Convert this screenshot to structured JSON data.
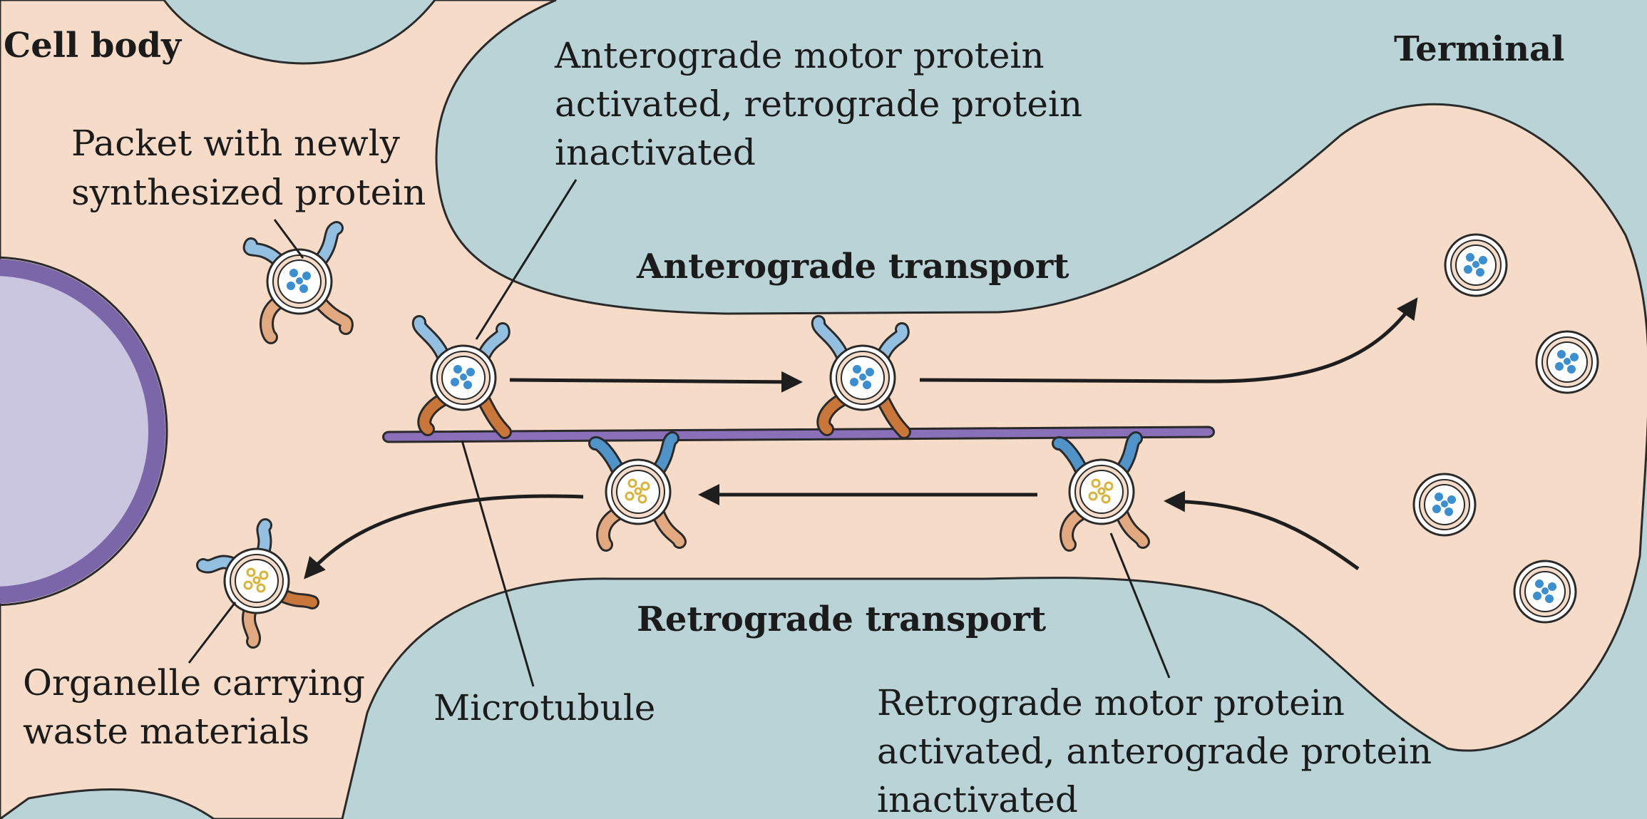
{
  "labels": {
    "cell_body": "Cell body",
    "terminal": "Terminal",
    "anterograde_transport": "Anterograde transport",
    "retrograde_transport": "Retrograde transport",
    "packet_line1": "Packet with newly",
    "packet_line2": "synthesized protein",
    "antero_motor_line1": "Anterograde motor protein",
    "antero_motor_line2": "activated, retrograde protein",
    "antero_motor_line3": "inactivated",
    "retro_motor_line1": "Retrograde motor protein",
    "retro_motor_line2": "activated, anterograde protein",
    "retro_motor_line3": "inactivated",
    "organelle_line1": "Organelle carrying",
    "organelle_line2": "waste materials",
    "microtubule": "Microtubule"
  },
  "colors": {
    "extracellular": "#b9d3d7",
    "cytoplasm": "#f6dcc8",
    "nucleus_fill": "#cbc6e0",
    "nucleus_border": "#7a66a8",
    "microtubule": "#8a70b8",
    "blue_arm": "#4f93c8",
    "blue_arm_light": "#93bfe0",
    "orange_arm": "#c8763a",
    "orange_arm_light": "#e2a880",
    "blue_dot": "#3b8fd0",
    "yellow_dot": "#d8b43c",
    "arrow": "#1e1e1e"
  }
}
